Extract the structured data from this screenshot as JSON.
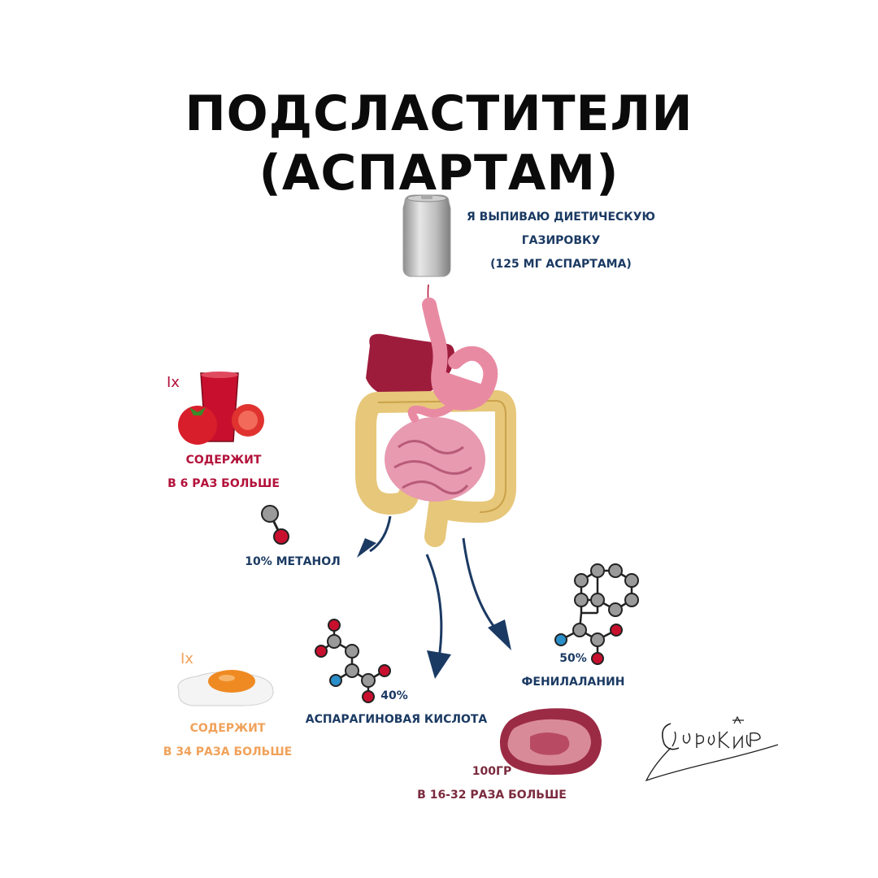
{
  "title": {
    "line1": "ПОДСЛАСТИТЕЛИ",
    "line2": "(АСПАРТАМ)"
  },
  "drink": {
    "line1": "Я ВЫПИВАЮ ДИЕТИЧЕСКУЮ",
    "line2": "ГАЗИРОВКУ",
    "line3": "(125 МГ АСПАРТАМА)"
  },
  "tomato": {
    "multiplier": "Ix",
    "line1": "СОДЕРЖИТ",
    "line2": "В 6 РАЗ БОЛЬШЕ"
  },
  "methanol": {
    "label": "10% МЕТАНОЛ"
  },
  "egg": {
    "multiplier": "Ix",
    "line1": "СОДЕРЖИТ",
    "line2": "В 34 РАЗА БОЛЬШЕ"
  },
  "aspartic": {
    "percent": "40%",
    "label": "АСПАРАГИНОВАЯ КИСЛОТА"
  },
  "phenyl": {
    "percent": "50%",
    "label": "ФЕНИЛАЛАНИН"
  },
  "meat": {
    "line1": "100ГР",
    "line2": "В 16-32 РАЗА БОЛЬШЕ"
  },
  "signature": {
    "text": "С. Сорокин"
  },
  "colors": {
    "navy": "#1b3a63",
    "crimson": "#b3123a",
    "orange": "#f0a25a",
    "maroon": "#7b2b3e",
    "atom_gray": "#9a9a9a",
    "atom_red": "#c8102e",
    "atom_blue": "#2a8ec9"
  }
}
